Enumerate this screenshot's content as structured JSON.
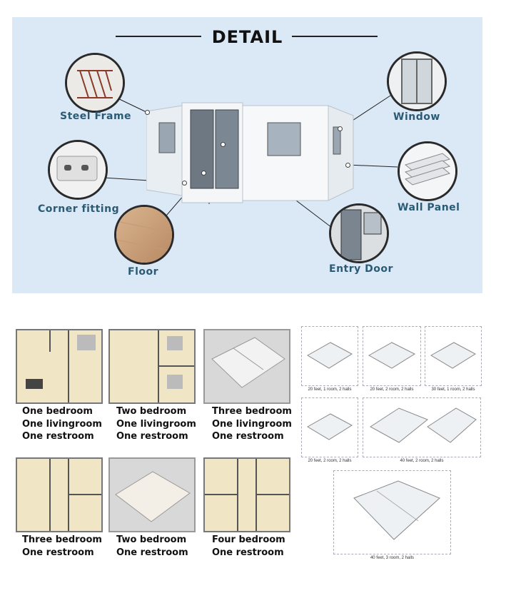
{
  "detail": {
    "title": "DETAIL",
    "labels": {
      "steel_frame": "Steel Frame",
      "window": "Window",
      "corner_fitting": "Corner fitting",
      "wall_panel": "Wall Panel",
      "floor": "Floor",
      "entry_door": "Entry Door"
    }
  },
  "layouts": [
    {
      "line1": "One bedroom",
      "line2": "One livingroom",
      "line3": "One restroom"
    },
    {
      "line1": "Two bedroom",
      "line2": "One livingroom",
      "line3": "One restroom"
    },
    {
      "line1": "Three bedroom",
      "line2": "One livingroom",
      "line3": "One restroom"
    },
    {
      "line1": "Three bedroom",
      "line2": "One restroom"
    },
    {
      "line1": "Two bedroom",
      "line2": "One restroom"
    },
    {
      "line1": "Four bedroom",
      "line2": "One restroom"
    }
  ],
  "tiles": [
    "20 feet, 1 room, 2 halls",
    "20 feet, 2 room, 2 halls",
    "30 feet, 1 room, 2 halls",
    "20 feet, 2 room, 2 halls",
    "40 feet, 2 room, 2 halls",
    "40 feet, 3 room, 2 halls"
  ],
  "colors": {
    "panel_bg": "#dbe8f6",
    "label_color": "#2b5b74",
    "floor_color": "#f3ead0"
  }
}
